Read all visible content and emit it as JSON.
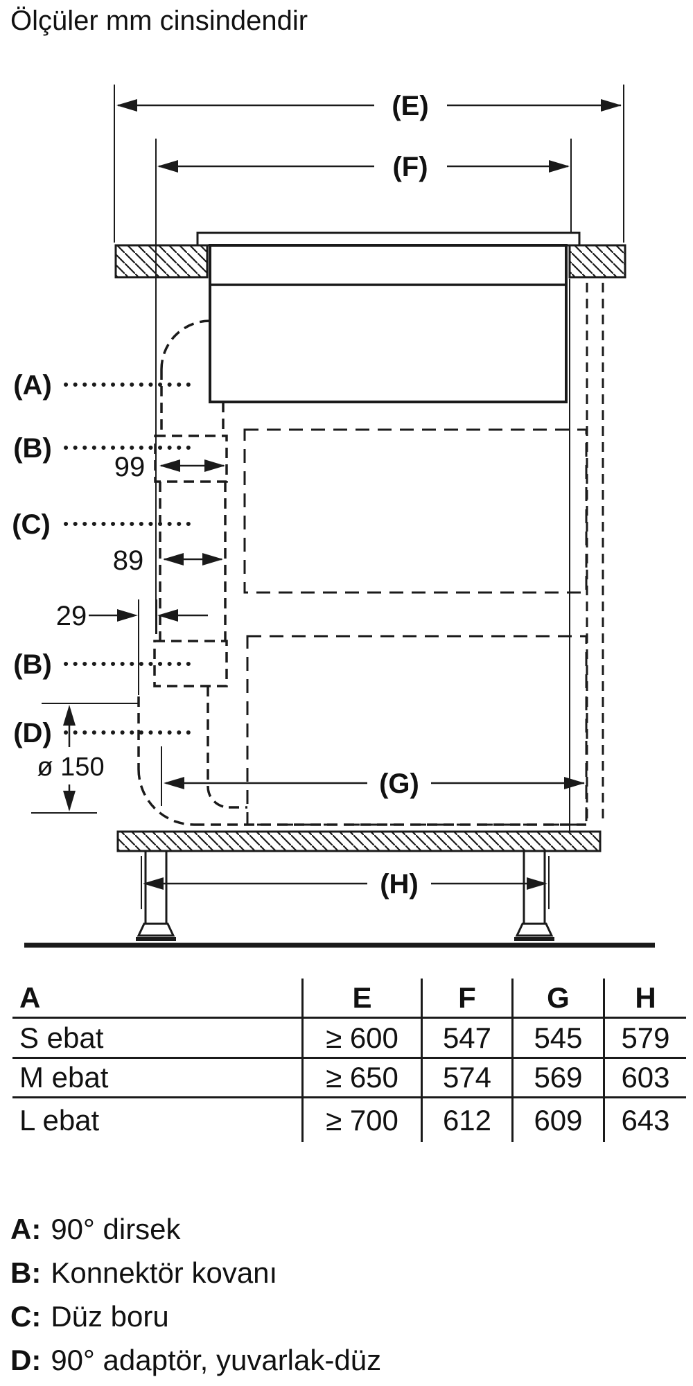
{
  "title": "Ölçüler mm cinsindendir",
  "diagram": {
    "dim_labels": {
      "E": "(E)",
      "F": "(F)",
      "G": "(G)",
      "H": "(H)"
    },
    "part_labels": {
      "A": "(A)",
      "B1": "(B)",
      "C": "(C)",
      "B2": "(B)",
      "D": "(D)"
    },
    "measurements": {
      "connector_width": "99",
      "pipe_width": "89",
      "clearance": "29",
      "duct_diameter": "ø 150"
    }
  },
  "table": {
    "corner_header": "A",
    "col_headers": [
      "E",
      "F",
      "G",
      "H"
    ],
    "rows": [
      {
        "label": "S ebat",
        "values": [
          "≥ 600",
          "547",
          "545",
          "579"
        ]
      },
      {
        "label": "M ebat",
        "values": [
          "≥ 650",
          "574",
          "569",
          "603"
        ]
      },
      {
        "label": "L ebat",
        "values": [
          "≥ 700",
          "612",
          "609",
          "643"
        ]
      }
    ]
  },
  "legend": {
    "items": [
      {
        "key": "A:",
        "text": "90° dirsek"
      },
      {
        "key": "B:",
        "text": "Konnektör kovanı"
      },
      {
        "key": "C:",
        "text": "Düz boru"
      },
      {
        "key": "D:",
        "text": "90° adaptör, yuvarlak-düz"
      }
    ]
  }
}
